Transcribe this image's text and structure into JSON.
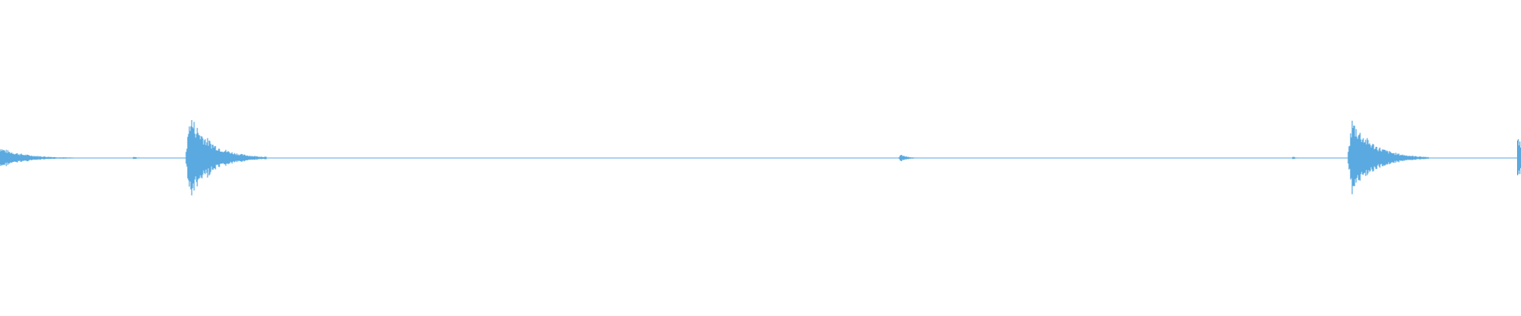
{
  "waveform": {
    "color": "#5aa9e0",
    "events": [
      {
        "time": 0.0,
        "amplitude": 0.2,
        "decay": 0.055,
        "kind": "partial"
      },
      {
        "time": 0.088,
        "amplitude": 0.03,
        "decay": 0.01,
        "kind": "tick"
      },
      {
        "time": 0.105,
        "amplitude": 0.01,
        "decay": 0.004,
        "kind": "tick"
      },
      {
        "time": 0.125,
        "amplitude": 0.83,
        "decay": 0.05,
        "kind": "hit"
      },
      {
        "time": 0.592,
        "amplitude": 0.07,
        "decay": 0.016,
        "kind": "tick"
      },
      {
        "time": 0.85,
        "amplitude": 0.03,
        "decay": 0.008,
        "kind": "tick"
      },
      {
        "time": 0.889,
        "amplitude": 0.74,
        "decay": 0.05,
        "kind": "hit"
      },
      {
        "time": 0.998,
        "amplitude": 0.5,
        "decay": 0.01,
        "kind": "partial"
      }
    ]
  }
}
